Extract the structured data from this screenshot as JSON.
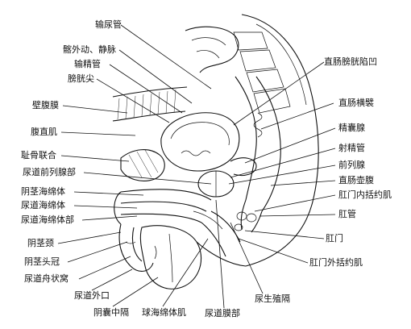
{
  "diagram": {
    "left_labels": [
      {
        "id": "ureter",
        "text": "输尿管"
      },
      {
        "id": "iliac-vessels",
        "text": "髂外动、静脉"
      },
      {
        "id": "vas-deferens",
        "text": "输精管"
      },
      {
        "id": "bladder-apex",
        "text": "膀胱尖"
      },
      {
        "id": "abdominal-wall",
        "text": "壁腹膜"
      },
      {
        "id": "rectus-abdominis",
        "text": "腹直肌"
      },
      {
        "id": "pubic-symphysis",
        "text": "耻骨联合"
      },
      {
        "id": "prostatic-urethra",
        "text": "尿道前列腺部"
      },
      {
        "id": "corpus-cavernosum",
        "text": "阴茎海绵体"
      },
      {
        "id": "corpus-spongiosum",
        "text": "尿道海绵体"
      },
      {
        "id": "spongy-urethra",
        "text": "尿道海绵体部"
      },
      {
        "id": "penis-neck",
        "text": "阴茎颈"
      },
      {
        "id": "glans-corona",
        "text": "阴茎头冠"
      },
      {
        "id": "navicular-fossa",
        "text": "尿道舟状窝"
      }
    ],
    "right_labels": [
      {
        "id": "rectovesical-pouch",
        "text": "直肠膀胱陷凹"
      },
      {
        "id": "rectal-fold",
        "text": "直肠横襞"
      },
      {
        "id": "seminal-vesicle",
        "text": "精囊腺"
      },
      {
        "id": "ejaculatory-duct",
        "text": "射精管"
      },
      {
        "id": "prostate",
        "text": "前列腺"
      },
      {
        "id": "rectal-ampulla",
        "text": "直肠壶腹"
      },
      {
        "id": "internal-sphincter",
        "text": "肛门内括约肌"
      },
      {
        "id": "anal-canal",
        "text": "肛管"
      },
      {
        "id": "anus",
        "text": "肛门"
      },
      {
        "id": "external-sphincter",
        "text": "肛门外括约肌"
      }
    ],
    "bottom_labels": [
      {
        "id": "external-urethral-orifice",
        "text": "尿道外口"
      },
      {
        "id": "scrotal-septum",
        "text": "阴囊中隔"
      },
      {
        "id": "bulbospongiosus",
        "text": "球海绵体肌"
      },
      {
        "id": "membranous-urethra",
        "text": "尿道膜部"
      },
      {
        "id": "urogenital-diaphragm",
        "text": "尿生殖隔"
      }
    ]
  }
}
